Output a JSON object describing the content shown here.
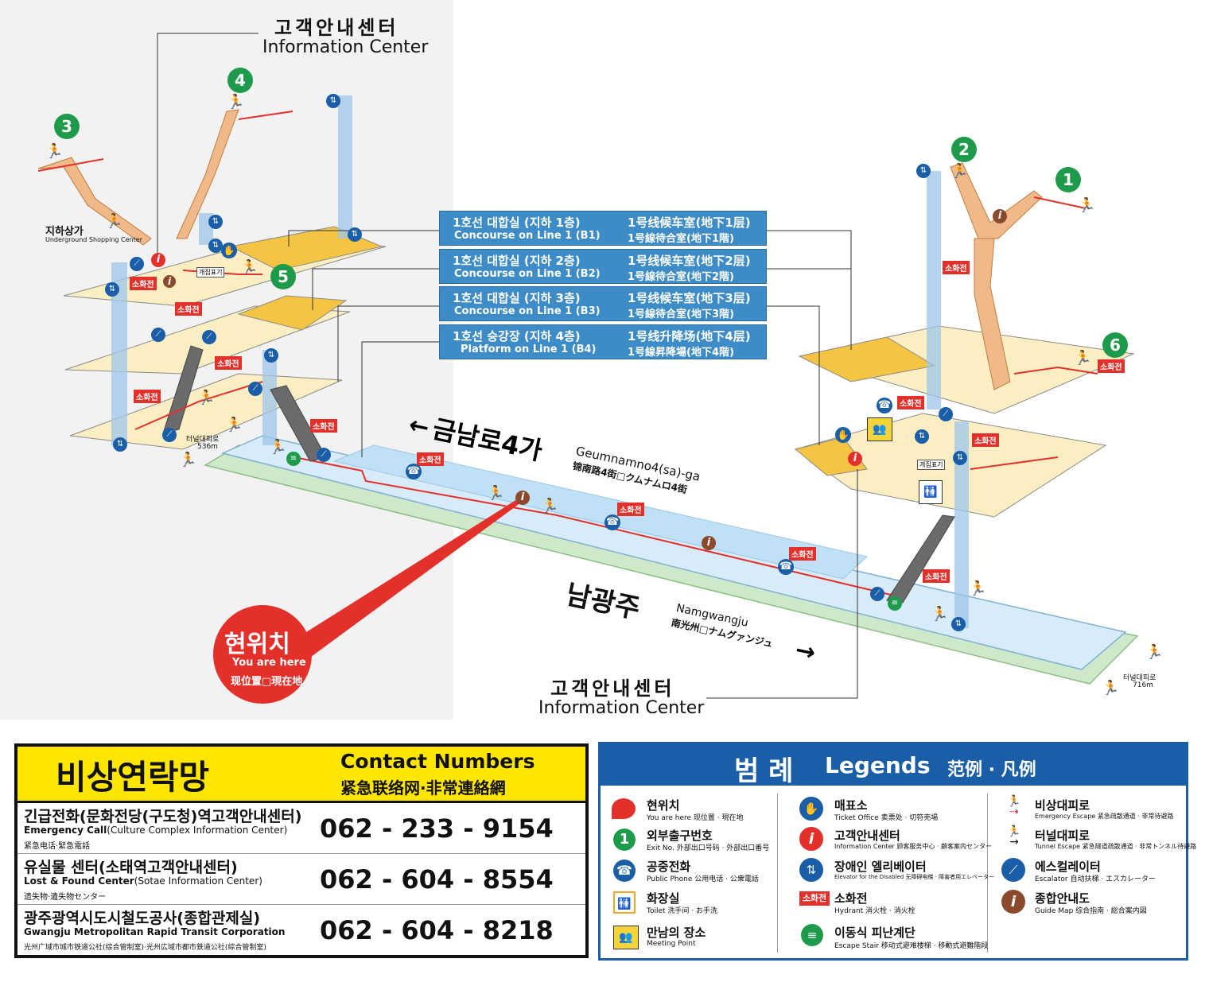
{
  "map": {
    "info_center_top_ko": "고객안내센터",
    "info_center_top_en": "Information Center",
    "info_center_bottom_ko": "고객안내센터",
    "info_center_bottom_en": "Information Center",
    "underground_ko": "지하상가",
    "underground_en": "Underground Shopping Center",
    "exits": [
      "1",
      "2",
      "3",
      "4",
      "5",
      "6"
    ],
    "gate_label": "개집표기",
    "tunnel_left": "터널대피로",
    "tunnel_left_dist": "536m",
    "tunnel_right": "터널대피로",
    "tunnel_right_dist": "716m",
    "hydrant": "소화전",
    "dir_north_ko": "금남로4가",
    "dir_north_en": "Geumnamno4(sa)-ga",
    "dir_north_cn": "锦南路4街□クムナムロ4街",
    "dir_south_ko": "남광주",
    "dir_south_en": "Namgwangju",
    "dir_south_cn": "南光州□ナムグァンジュ",
    "here_ko": "현위치",
    "here_en": "You are here",
    "here_cn": "现位置□現在地",
    "floors": [
      {
        "ko": "1호선 대합실 (지하 1층)",
        "en": "Concourse on Line 1 (B1)",
        "cn": "1号线候车室(地下1层)",
        "jp": "1号線待合室(地下1階)"
      },
      {
        "ko": "1호선 대합실 (지하 2층)",
        "en": "Concourse on Line 1 (B2)",
        "cn": "1号线候车室(地下2层)",
        "jp": "1号線待合室(地下2階)"
      },
      {
        "ko": "1호선 대합실 (지하 3층)",
        "en": "Concourse on Line 1 (B3)",
        "cn": "1号线候车室(地下3层)",
        "jp": "1号線待合室(地下3階)"
      },
      {
        "ko": "1호선 승강장 (지하 4층)",
        "en": "Platform on Line 1 (B4)",
        "cn": "1号线升降场(地下4层)",
        "jp": "1号線昇降場(地下4階)"
      }
    ]
  },
  "contact": {
    "title_ko": "비상연락망",
    "title_en": "Contact Numbers",
    "title_cn": "紧急联络网·非常連絡網",
    "rows": [
      {
        "ko": "긴급전화(문화전당(구도청)역고객안내센터)",
        "en_bold": "Emergency Call",
        "en_rest": "(Culture Complex Information Center)",
        "sub": "紧急电话·緊急電話",
        "phone": "062 - 233 - 9154"
      },
      {
        "ko": "유실물 센터(소태역고객안내센터)",
        "en_bold": "Lost & Found Center",
        "en_rest": "(Sotae Information Center)",
        "sub": "遗失物·遺失物センター",
        "phone": "062 - 604 - 8554"
      },
      {
        "ko": "광주광역시도시철도공사(종합관제실)",
        "en_bold": "Gwangju Metropolitan Rapid Transit Corporation",
        "en_rest": "",
        "sub": "光州广域市城市铁道公社(综合管制室)·光州広域市都市鉄道公社(綜合管制室)",
        "phone": "062 - 604 - 8218"
      }
    ]
  },
  "legend": {
    "title_ko": "범 례",
    "title_en": "Legends",
    "title_cn": "范例 · 凡例",
    "items": [
      {
        "title": "현위치",
        "sub": "You are here 现位置 · 現在地"
      },
      {
        "title": "외부출구번호",
        "sub": "Exit No. 外部出口号码 · 外部出口番号"
      },
      {
        "title": "공중전화",
        "sub": "Public Phone 公用电话 · 公衆電話"
      },
      {
        "title": "화장실",
        "sub": "Toilet 洗手间 · お手洗"
      },
      {
        "title": "만남의 장소",
        "sub": "Meeting Point"
      },
      {
        "title": "매표소",
        "sub": "Ticket Office 卖票处 · 切符売場"
      },
      {
        "title": "고객안내센터",
        "sub": "Information Center 顾客服务中心 · 顧客案内センター"
      },
      {
        "title": "장애인 엘리베이터",
        "sub": "Elevator for the Disabled 无障碍电梯 · 障害者用エレベーター"
      },
      {
        "title": "소화전",
        "sub": "Hydrant 消火栓 · 消火栓"
      },
      {
        "title": "이동식 피난계단",
        "sub": "Escape Stair 移动式避难楼梯 · 移動式避難階段"
      },
      {
        "title": "비상대피로",
        "sub": "Emergency Escape 紧急疏散通道 · 非常待避路"
      },
      {
        "title": "터널대피로",
        "sub": "Tunnel Escape 紧急隧道疏散通道 · 非常トンネル待避路"
      },
      {
        "title": "에스컬레이터",
        "sub": "Escalator 自动扶梯 · エスカレーター"
      },
      {
        "title": "종합안내도",
        "sub": "Guide Map 综合指南 · 総合案内図"
      }
    ],
    "hydrant_icon_label": "소화전"
  }
}
